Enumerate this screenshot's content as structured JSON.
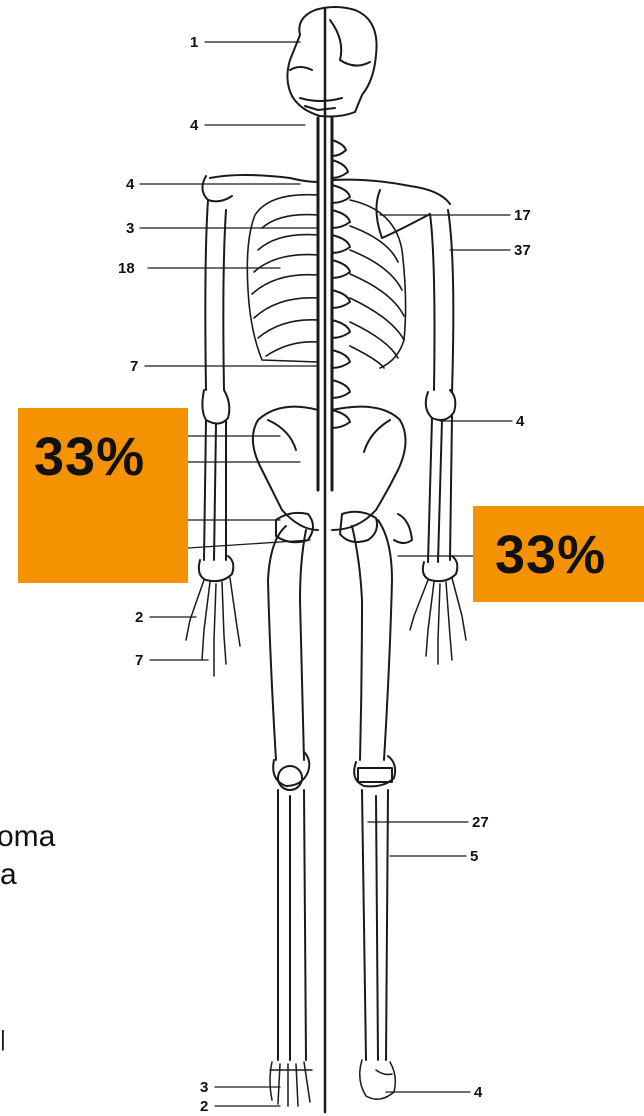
{
  "diagram": {
    "labels_left": [
      "1",
      "4",
      "4",
      "3",
      "18",
      "7",
      "2",
      "7",
      "3",
      "2"
    ],
    "labels_right": [
      "17",
      "37",
      "4",
      "27",
      "5",
      "4"
    ]
  },
  "badges": {
    "left_value": "33%",
    "right_value": "33%",
    "color": "#f59200"
  },
  "side_text": {
    "line1": "coma",
    "line2": "a",
    "line3": "|"
  }
}
